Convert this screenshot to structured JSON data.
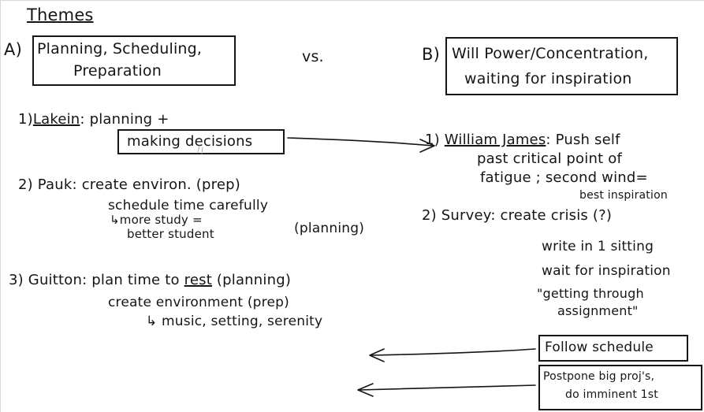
{
  "title": "Themes",
  "theme_a": {
    "letter": "A)",
    "line1": "Planning, Scheduling,",
    "line2": "Preparation"
  },
  "versus": "vs.",
  "theme_b": {
    "letter": "B)",
    "line1": "Will Power/Concentration,",
    "line2": "waiting for inspiration"
  },
  "left_items": [
    {
      "num": "1)",
      "name": "Lakein",
      "text": ": planning +",
      "boxed": "making decisions"
    },
    {
      "num": "2)",
      "name": "Pauk",
      "text": ": create environ. (prep)",
      "line2": "schedule time carefully",
      "line3": "↳more study =",
      "line4": "better student",
      "note": "(planning)"
    },
    {
      "num": "3)",
      "name": "Guitton",
      "text_before": ": plan time to ",
      "underlined": "rest",
      "text_after": " (planning)",
      "line2": "create environment (prep)",
      "line3": "↳ music, setting, serenity"
    }
  ],
  "right_items": [
    {
      "num": "1)",
      "name": "William James",
      "text": ": Push self",
      "line2": "past critical point of",
      "line3": "fatigue ; second wind=",
      "line4": "best inspiration"
    },
    {
      "num": "2)",
      "name": "Survey",
      "text": ": create crisis (?)",
      "line2": "write in 1 sitting",
      "line3": "wait for inspiration",
      "line4": "\"getting through",
      "line5": "assignment\"",
      "box1": "Follow schedule",
      "box2_line1": "Postpone big proj's,",
      "box2_line2": "do imminent 1st"
    }
  ],
  "ink_color": "#151515"
}
